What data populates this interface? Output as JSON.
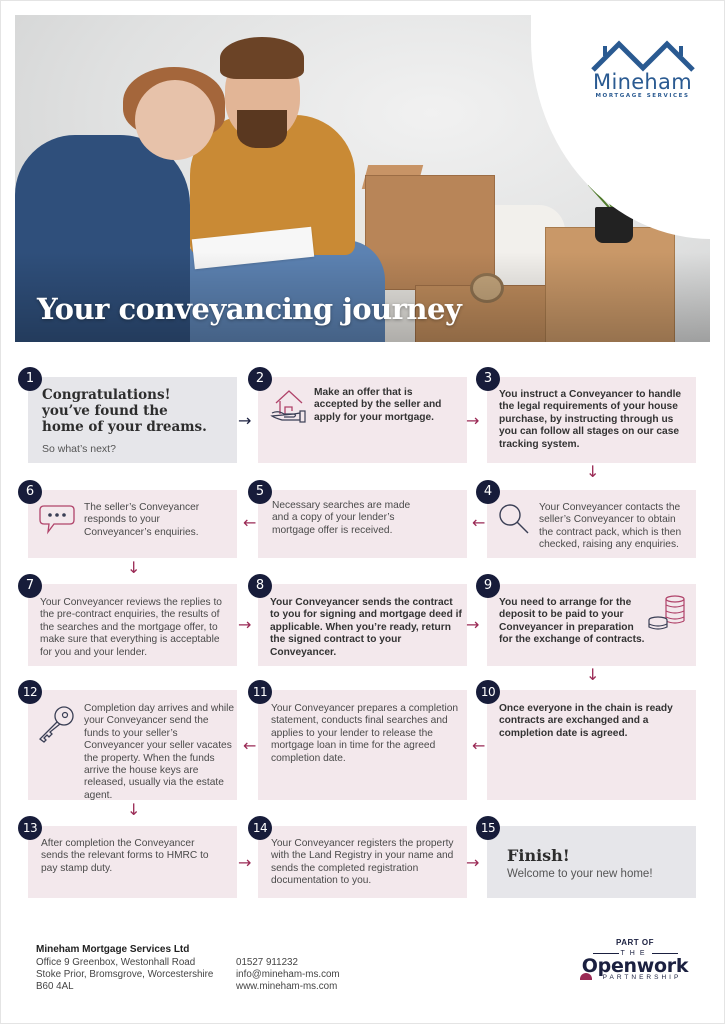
{
  "hero": {
    "title": "Your conveyancing journey",
    "logo": {
      "name": "Mineham",
      "subtitle": "MORTGAGE SERVICES",
      "icon": "house-roofs-icon",
      "color": "#2a5a91"
    }
  },
  "colors": {
    "badge": "#171c3a",
    "arrow": "#9a2a55",
    "step_bg": "#f3e8ec",
    "grey_bg": "#e6e6ea",
    "icon_accent": "#b0436a"
  },
  "steps": [
    {
      "number": "1",
      "heading": "Congratulations! you’ve found the home of your dreams.",
      "heading_lines": [
        "Congratulations!",
        "you’ve found the",
        "home of your dreams."
      ],
      "subtext": "So what’s next?"
    },
    {
      "number": "2",
      "text": "Make an offer that is accepted by the seller and apply for your mortgage.",
      "icon": "house-in-hand-icon"
    },
    {
      "number": "3",
      "text": "You instruct a Conveyancer to handle the legal requirements of your house purchase, by instructing through us you can follow all stages on our case tracking system."
    },
    {
      "number": "4",
      "text": "Your Conveyancer contacts the seller’s Conveyancer to obtain the contract pack, which is then checked, raising any enquiries.",
      "icon": "magnifier-icon"
    },
    {
      "number": "5",
      "text": "Necessary searches are made and a copy of your lender’s mortgage offer is received."
    },
    {
      "number": "6",
      "text": "The seller’s Conveyancer responds to your Conveyancer’s enquiries.",
      "icon": "speech-bubble-icon"
    },
    {
      "number": "7",
      "text": "Your Conveyancer reviews the replies to the pre-contract enquiries, the results of the searches and the mortgage offer, to make sure that everything is acceptable for you and your lender."
    },
    {
      "number": "8",
      "text": "Your Conveyancer sends the contract to you for signing and mortgage deed if applicable. When you’re ready, return the signed contract to your Conveyancer."
    },
    {
      "number": "9",
      "text": "You need to arrange for the deposit to be paid to your Conveyancer in preparation for the exchange of contracts.",
      "icon": "coin-stacks-icon"
    },
    {
      "number": "10",
      "text": "Once everyone in the chain is ready contracts are exchanged and a completion date is agreed."
    },
    {
      "number": "11",
      "text": "Your Conveyancer prepares a completion statement, conducts final searches and applies to your lender to release the mortgage loan in time for the agreed completion date."
    },
    {
      "number": "12",
      "text": "Completion day arrives and while your Conveyancer send the funds to your seller’s Conveyancer your seller vacates the property. When the funds arrive the house keys are released, usually via the estate agent.",
      "icon": "key-icon"
    },
    {
      "number": "13",
      "text": "After completion the Conveyancer sends the relevant forms to HMRC to pay stamp duty."
    },
    {
      "number": "14",
      "text": "Your Conveyancer registers the property with the Land Registry in your name and sends the completed registration documentation to you."
    },
    {
      "number": "15",
      "heading": "Finish!",
      "subtext": "Welcome to your new home!"
    }
  ],
  "footer": {
    "company": "Mineham Mortgage Services Ltd",
    "address": [
      "Office 9 Greenbox, Westonhall Road",
      "Stoke Prior, Bromsgrove, Worcestershire",
      "B60 4AL"
    ],
    "phone": "01527 911232",
    "email": "info@mineham-ms.com",
    "website": "www.mineham-ms.com",
    "partner": {
      "part_of": "PART OF",
      "the": "THE",
      "name": "Openwork",
      "suffix": "PARTNERSHIP"
    }
  }
}
